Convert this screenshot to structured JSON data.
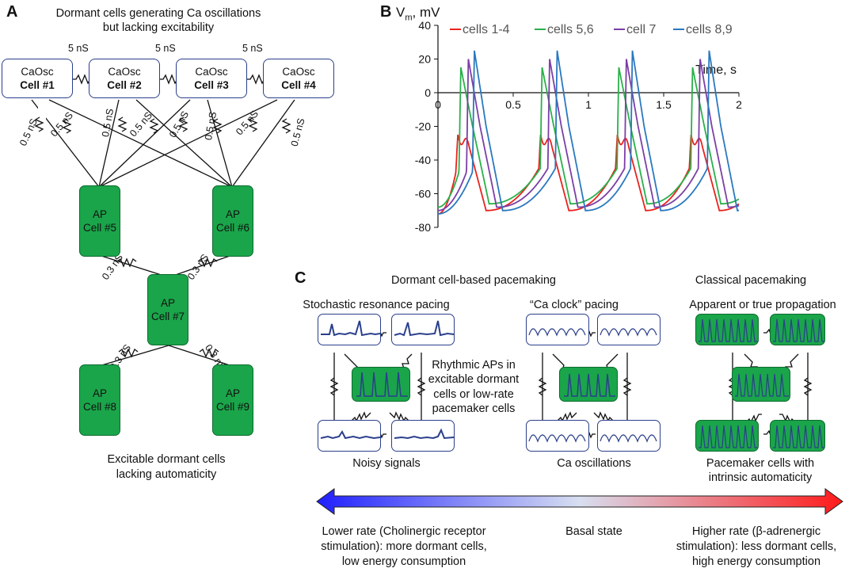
{
  "panel_a": {
    "letter": "A",
    "title_line1": "Dormant cells generating Ca oscillations",
    "title_line2": "but lacking excitability",
    "top_conductance": "5 nS",
    "cross_conductance": "0.5 nS",
    "mid_conductance": "0.3 nS",
    "cao_cells": [
      {
        "type": "CaOsc",
        "name": "Cell #1"
      },
      {
        "type": "CaOsc",
        "name": "Cell #2"
      },
      {
        "type": "CaOsc",
        "name": "Cell #3"
      },
      {
        "type": "CaOsc",
        "name": "Cell #4"
      }
    ],
    "ap_cells": [
      {
        "type": "AP",
        "name": "Cell #5"
      },
      {
        "type": "AP",
        "name": "Cell #6"
      },
      {
        "type": "AP",
        "name": "Cell #7"
      },
      {
        "type": "AP",
        "name": "Cell #8"
      },
      {
        "type": "AP",
        "name": "Cell #9"
      }
    ],
    "bottom_line1": "Excitable dormant cells",
    "bottom_line2": "lacking automaticity"
  },
  "panel_b": {
    "letter": "B",
    "ylabel_main": "V",
    "ylabel_sub": "m",
    "ylabel_unit": ", mV",
    "xlabel": "Time, s",
    "xticks": [
      "0",
      "0.5",
      "1",
      "1.5",
      "2"
    ],
    "yticks": [
      "40",
      "20",
      "0",
      "-20",
      "-40",
      "-60",
      "-80"
    ],
    "legend": [
      {
        "label": "cells 1-4",
        "color": "#e8231e"
      },
      {
        "label": "cells 5,6",
        "color": "#2ab04a"
      },
      {
        "label": "cell 7",
        "color": "#7b3fa6"
      },
      {
        "label": "cells 8,9",
        "color": "#2a78c0"
      }
    ]
  },
  "panel_c": {
    "letter": "C",
    "header_left": "Dormant cell-based pacemaking",
    "header_right": "Classical pacemaking",
    "sub1": "Stochastic resonance pacing",
    "sub2": "“Ca clock” pacing",
    "sub3": "Apparent or true propagation",
    "note_line1": "Rhythmic APs in",
    "note_line2": "excitable dormant",
    "note_line3": "cells or low-rate",
    "note_line4": "pacemaker cells",
    "foot1": "Noisy signals",
    "foot2": "Ca oscillations",
    "foot3_line1": "Pacemaker cells with",
    "foot3_line2": "intrinsic automaticity",
    "scale_left_line1": "Lower rate (Cholinergic receptor",
    "scale_left_line2": "stimulation): more dormant cells,",
    "scale_left_line3": "low energy consumption",
    "scale_mid": "Basal state",
    "scale_right_line1": "Higher rate (β-adrenergic",
    "scale_right_line2": "stimulation): less dormant cells,",
    "scale_right_line3": "high energy consumption",
    "arrow_left_color": "#1f1fff",
    "arrow_right_color": "#ff1a1a"
  },
  "chart_data": {
    "type": "line",
    "xlabel": "Time, s",
    "ylabel": "Vm, mV",
    "xlim": [
      0,
      2
    ],
    "ylim": [
      -80,
      40
    ],
    "spike_times": {
      "cells 1-4": [
        0.12,
        0.67,
        1.18,
        1.67
      ],
      "cells 5,6": [
        0.14,
        0.68,
        1.19,
        1.68
      ],
      "cell 7": [
        0.19,
        0.73,
        1.24,
        1.73
      ],
      "cells 8,9": [
        0.23,
        0.78,
        1.28,
        1.79
      ]
    },
    "series": [
      {
        "name": "cells 1-4",
        "peak": -25,
        "trough": -70
      },
      {
        "name": "cells 5,6",
        "peak": 15,
        "trough": -66
      },
      {
        "name": "cell 7",
        "peak": 20,
        "trough": -68
      },
      {
        "name": "cells 8,9",
        "peak": 25,
        "trough": -70
      }
    ]
  }
}
